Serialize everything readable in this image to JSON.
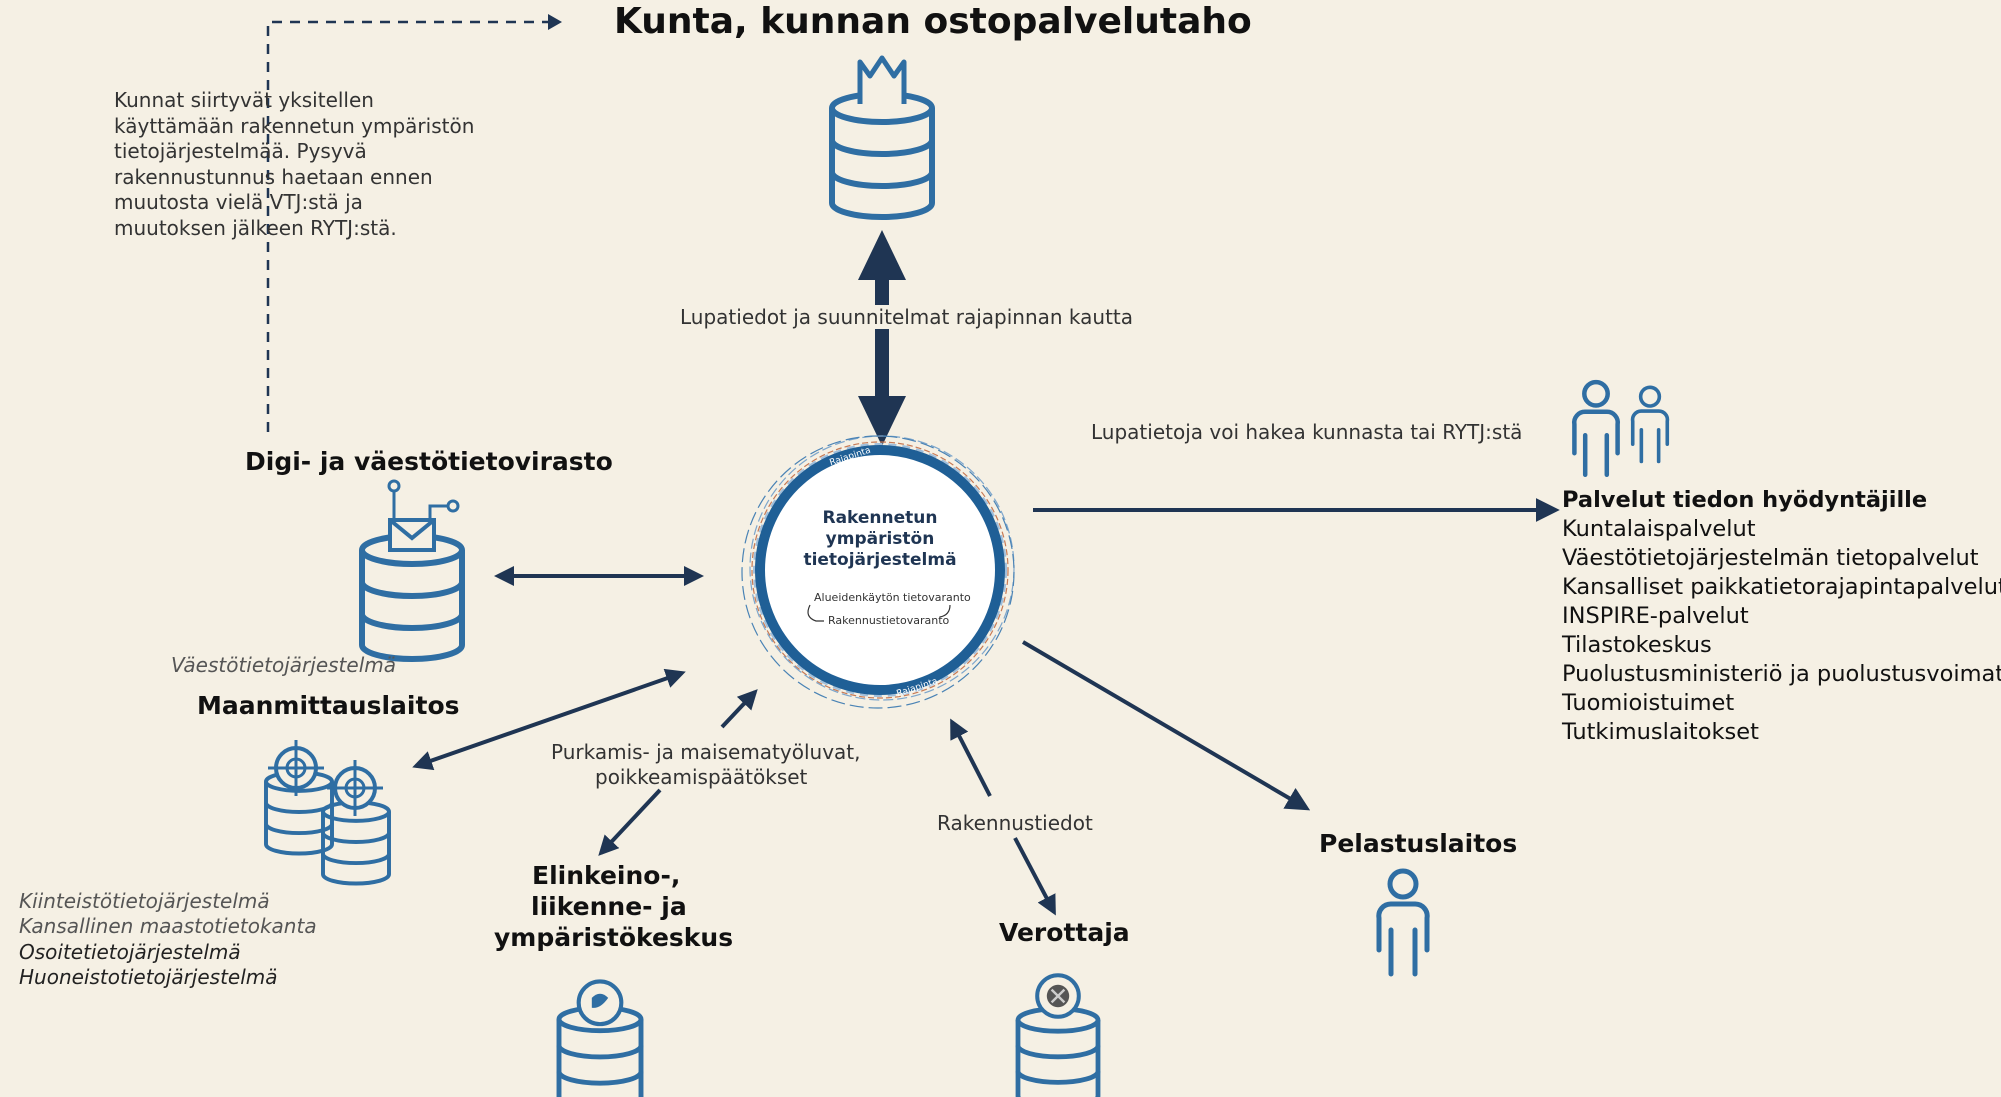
{
  "colors": {
    "background": "#f5f0e4",
    "icon_blue": "#2f6ea3",
    "arrow_navy": "#1f3553",
    "ring_navy": "#1f5f96"
  },
  "title": "Kunta, kunnan ostopalvelutaho",
  "note_text": "Kunnat siirtyvät yksitellen käyttämään rakennetun ympäristön tietojärjestelmää. Pysyvä rakennustunnus haetaan ennen muutosta vielä VTJ:stä ja muutoksen jälkeen RYTJ:stä.",
  "edge_labels": {
    "lupatiedot": "Lupatiedot ja suunnitelmat rajapinnan kautta",
    "lupatietoja": "Lupatietoja voi hakea kunnasta tai RYTJ:stä",
    "purkamis_1": "Purkamis- ja maisematyöluvat,",
    "purkamis_2": "poikkeamispäätökset",
    "rakennustiedot": "Rakennustiedot"
  },
  "center": {
    "title": "Rakennetun ympäristön tietojärjestelmä",
    "sub1": "Alueidenkäytön tietovaranto",
    "sub2": "Rakennustietovaranto",
    "ribbon": "Rajapinta"
  },
  "nodes": {
    "dvv": {
      "name": "Digi- ja väestötietovirasto",
      "system": "Väestötietojärjestelmä"
    },
    "mml": {
      "name": "Maanmittauslaitos",
      "systems": [
        "Kiinteistötietojärjestelmä",
        "Kansallinen maastotietokanta",
        "Osoitetietojärjestelmä",
        "Huoneistotietojärjestelmä"
      ]
    },
    "ely": {
      "name_1": "Elinkeino-,",
      "name_2": "liikenne- ja",
      "name_3": "ympäristökeskus"
    },
    "verottaja": {
      "name": "Verottaja"
    },
    "pelastus": {
      "name": "Pelastuslaitos"
    }
  },
  "services": {
    "title": "Palvelut tiedon hyödyntäjille",
    "items": [
      "Kuntalaispalvelut",
      "Väestötietojärjestelmän tietopalvelut",
      "Kansalliset paikkatietorajapintapalvelut",
      "INSPIRE-palvelut",
      "Tilastokeskus",
      "Puolustusministeriö ja puolustusvoimat",
      "Tuomioistuimet",
      "Tutkimuslaitokset"
    ]
  },
  "icons": {
    "kunta": "database-crown-icon",
    "dvv": "database-mail-icon",
    "mml": "database-compass-icon",
    "ely": "database-emblem-icon",
    "verottaja": "database-emblem-icon",
    "pelastus": "person-icon",
    "services": "people-icon"
  }
}
